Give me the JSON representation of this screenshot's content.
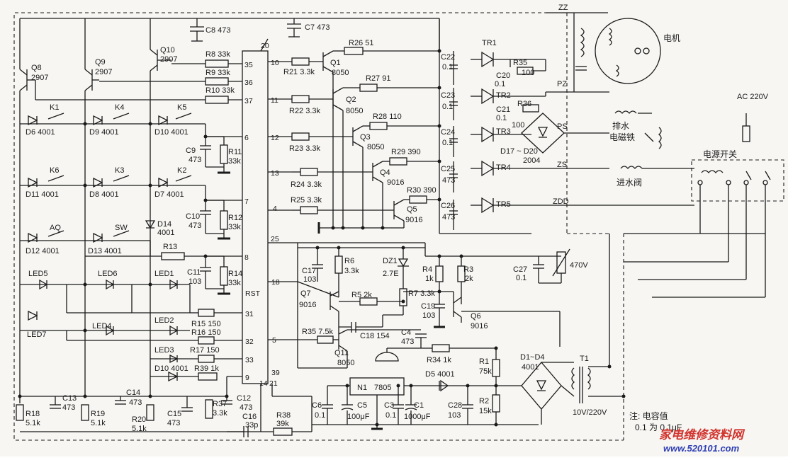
{
  "ic": {
    "pins_left": [
      "20",
      "35",
      "36",
      "37",
      "6",
      "7",
      "8",
      "18",
      "RST",
      "31",
      "32",
      "33",
      "9",
      "14",
      "21",
      "39"
    ],
    "pins_right": [
      "10",
      "11",
      "12",
      "13",
      "4",
      "25",
      "5"
    ]
  },
  "transistors": {
    "Q8": [
      "Q8",
      "2907"
    ],
    "Q9": [
      "Q9",
      "2907"
    ],
    "Q10": [
      "Q10",
      "2907"
    ],
    "Q1": [
      "Q1",
      "8050"
    ],
    "Q2": [
      "Q2",
      "8050"
    ],
    "Q3": [
      "Q3",
      "8050"
    ],
    "Q4": [
      "Q4",
      "9016"
    ],
    "Q5": [
      "Q5",
      "9016"
    ],
    "Q6": [
      "Q6",
      "9016"
    ],
    "Q7": [
      "Q7",
      "9016"
    ],
    "Q11": [
      "Q11",
      "8050"
    ]
  },
  "resistors": {
    "R8": "R8  33k",
    "R9": "R9  33k",
    "R10": "R10  33k",
    "R11": [
      "R11",
      "33k"
    ],
    "R12": [
      "R12",
      "33k"
    ],
    "R14": [
      "R14",
      "33k"
    ],
    "R13": "R13",
    "R15": "R15  150",
    "R16": "R16  150",
    "R17": "R17  150",
    "R39": "R39  1k",
    "R18": [
      "R18",
      "5.1k"
    ],
    "R19": [
      "R19",
      "5.1k"
    ],
    "R20": [
      "R20",
      "5.1k"
    ],
    "R37": [
      "R37",
      "3.3k"
    ],
    "R38": [
      "R38",
      "39k"
    ],
    "R21": "R21  3.3k",
    "R22": "R22  3.3k",
    "R23": "R23  3.3k",
    "R24": "R24  3.3k",
    "R25": "R25  3.3k",
    "R26": "R26  51",
    "R27": "R27  91",
    "R28": "R28  110",
    "R29": "R29  390",
    "R30": "R30  390",
    "R35a": "R35",
    "R35a_val": "100",
    "R36": "R36",
    "R36_val": "100",
    "R6": [
      "R6",
      "3.3k"
    ],
    "R5": "R5  2k",
    "R7": "R7  3.3k",
    "R4": [
      "R4",
      "1k"
    ],
    "R3": [
      "R3",
      "2k"
    ],
    "R35b": "R35  7.5k",
    "R34": "R34  1k",
    "R1": [
      "R1",
      "75k"
    ],
    "R2": [
      "R2",
      "15k"
    ],
    "varistor": "470V"
  },
  "capacitors": {
    "C8": "C8  473",
    "C7": "C7  473",
    "C9": [
      "C9",
      "473"
    ],
    "C10": [
      "C10",
      "473"
    ],
    "C11": [
      "C11",
      "103"
    ],
    "C13": [
      "C13",
      "473"
    ],
    "C14": [
      "C14",
      "473"
    ],
    "C15": [
      "C15",
      "473"
    ],
    "C12": [
      "C12",
      "473"
    ],
    "C16": [
      "C16",
      "33p"
    ],
    "C22": [
      "C22",
      "0.1"
    ],
    "C20": [
      "C20",
      "0.1"
    ],
    "C23": [
      "C23",
      "0.1"
    ],
    "C21": [
      "C21",
      "0.1"
    ],
    "C24": [
      "C24",
      "0.1"
    ],
    "C25": [
      "C25",
      "473"
    ],
    "C26": [
      "C26",
      "473"
    ],
    "C17": [
      "C17",
      "103"
    ],
    "C18": "C18  154",
    "C19": [
      "C19",
      "103"
    ],
    "C4": [
      "C4",
      "473"
    ],
    "C27": [
      "C27",
      "0.1"
    ],
    "C6": [
      "C6",
      "0.1"
    ],
    "C5": [
      "C5",
      "100μF"
    ],
    "C3": [
      "C3",
      "0.1"
    ],
    "C1": [
      "C1",
      "1000μF"
    ],
    "C28": [
      "C28",
      "103"
    ]
  },
  "diodes": {
    "D6": "D6  4001",
    "D9": "D9  4001",
    "D10a": "D10  4001",
    "D11": "D11  4001",
    "D8": "D8  4001",
    "D7": "D7  4001",
    "D14": [
      "D14",
      "4001"
    ],
    "D12": "D12  4001",
    "D13": "D13  4001",
    "D10b": "D10  4001",
    "DZ1": [
      "DZ1",
      "2.7E"
    ],
    "D5": "D5  4001",
    "D17": "D17 ~ D20",
    "D17v": "2004",
    "D1": "D1~D4",
    "D1v": "4001"
  },
  "keys": [
    "K1",
    "K4",
    "K5",
    "K6",
    "K3",
    "K2",
    "AQ",
    "SW"
  ],
  "leds": [
    "LED5",
    "LED6",
    "LED1",
    "LED7",
    "LED4",
    "LED2",
    "LED3"
  ],
  "triacs": [
    "TR1",
    "TR2",
    "TR3",
    "TR4",
    "TR5"
  ],
  "regulator": {
    "ref": "N1",
    "part": "7805"
  },
  "transformer": {
    "ref": "T1",
    "rating": "10V/220V"
  },
  "nets": [
    "ZZ",
    "PZ",
    "PS",
    "ZS",
    "ZDD"
  ],
  "motor_label": "电机",
  "drain_label": [
    "排水",
    "电磁铁"
  ],
  "inlet_label": "进水阀",
  "power_switch": "电源开关",
  "ac_label": "AC 220V",
  "note": [
    "注: 电容值",
    "0.1 为 0.1μF"
  ],
  "watermark": "家电维修资料网",
  "watermark_url": "www.520101.com",
  "colors": {
    "ink": "#1a1a1a",
    "paper": "#f7f6f3",
    "watermark": "#d2352f",
    "url": "#2f3fb4"
  }
}
